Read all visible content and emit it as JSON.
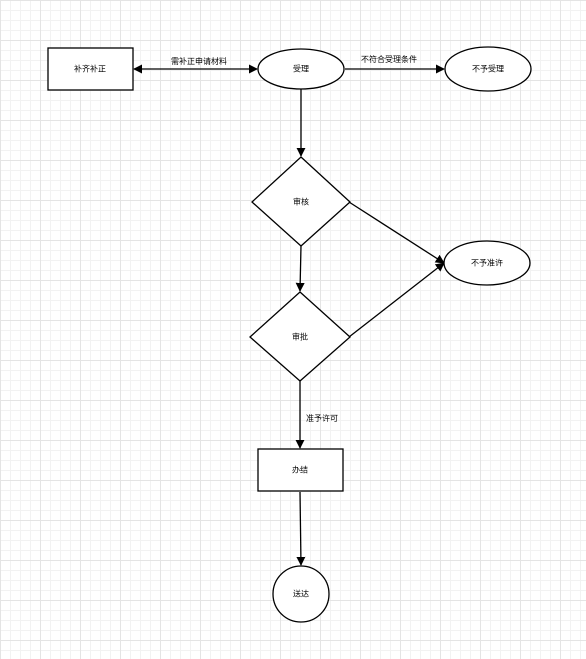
{
  "diagram": {
    "nodes": {
      "supplement": {
        "label": "补齐补正",
        "shape": "rectangle"
      },
      "accept": {
        "label": "受理",
        "shape": "ellipse"
      },
      "not_accept": {
        "label": "不予受理",
        "shape": "ellipse"
      },
      "review": {
        "label": "审核",
        "shape": "diamond"
      },
      "not_approve": {
        "label": "不予准许",
        "shape": "ellipse"
      },
      "approve": {
        "label": "审批",
        "shape": "diamond"
      },
      "complete": {
        "label": "办结",
        "shape": "rectangle"
      },
      "deliver": {
        "label": "送达",
        "shape": "circle"
      }
    },
    "edges": {
      "need_supplement": {
        "label": "需补正申请材料",
        "from": "accept",
        "to": "supplement",
        "bidirectional": true
      },
      "not_meet_conditions": {
        "label": "不符合受理条件",
        "from": "accept",
        "to": "not_accept"
      },
      "accept_to_review": {
        "label": "",
        "from": "accept",
        "to": "review"
      },
      "review_to_not_approve": {
        "label": "",
        "from": "review",
        "to": "not_approve"
      },
      "review_to_approve": {
        "label": "",
        "from": "review",
        "to": "approve"
      },
      "approve_to_not_approve": {
        "label": "",
        "from": "approve",
        "to": "not_approve"
      },
      "grant_permission": {
        "label": "准予许可",
        "from": "approve",
        "to": "complete"
      },
      "complete_to_deliver": {
        "label": "",
        "from": "complete",
        "to": "deliver"
      }
    }
  },
  "colors": {
    "stroke": "#000000",
    "fill": "#ffffff",
    "grid_major": "#e4e4e4",
    "grid_minor": "#f2f2f2"
  }
}
